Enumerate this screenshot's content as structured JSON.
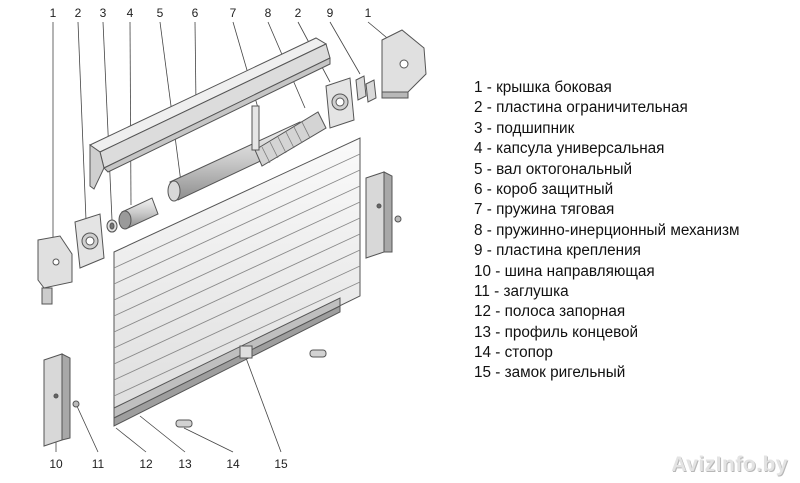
{
  "callouts_top": [
    "1",
    "2",
    "3",
    "4",
    "5",
    "6",
    "7",
    "8",
    "2",
    "9",
    "1"
  ],
  "callouts_bottom": [
    "10",
    "11",
    "12",
    "13",
    "14",
    "15"
  ],
  "legend": [
    {
      "num": "1",
      "text": "1 - крышка боковая"
    },
    {
      "num": "2",
      "text": "2 - пластина ограничительная"
    },
    {
      "num": "3",
      "text": "3 - подшипник"
    },
    {
      "num": "4",
      "text": "4 - капсула универсальная"
    },
    {
      "num": "5",
      "text": "5 - вал октогональный"
    },
    {
      "num": "6",
      "text": "6 - короб защитный"
    },
    {
      "num": "7",
      "text": "7 - пружина тяговая"
    },
    {
      "num": "8",
      "text": "8 - пружинно-инерционный механизм"
    },
    {
      "num": "9",
      "text": "9 - пластина крепления"
    },
    {
      "num": "10",
      "text": "10 - шина направляющая"
    },
    {
      "num": "11",
      "text": "11 - заглушка"
    },
    {
      "num": "12",
      "text": "12 - полоса запорная"
    },
    {
      "num": "13",
      "text": "13 - профиль концевой"
    },
    {
      "num": "14",
      "text": "14 - стопор"
    },
    {
      "num": "15",
      "text": "15 - замок ригельный"
    }
  ],
  "watermark": "AvizInfo.by",
  "colors": {
    "line": "#555555",
    "part_fill": "#e6e6e6",
    "part_shade": "#bdbdbd",
    "text": "#111111"
  }
}
